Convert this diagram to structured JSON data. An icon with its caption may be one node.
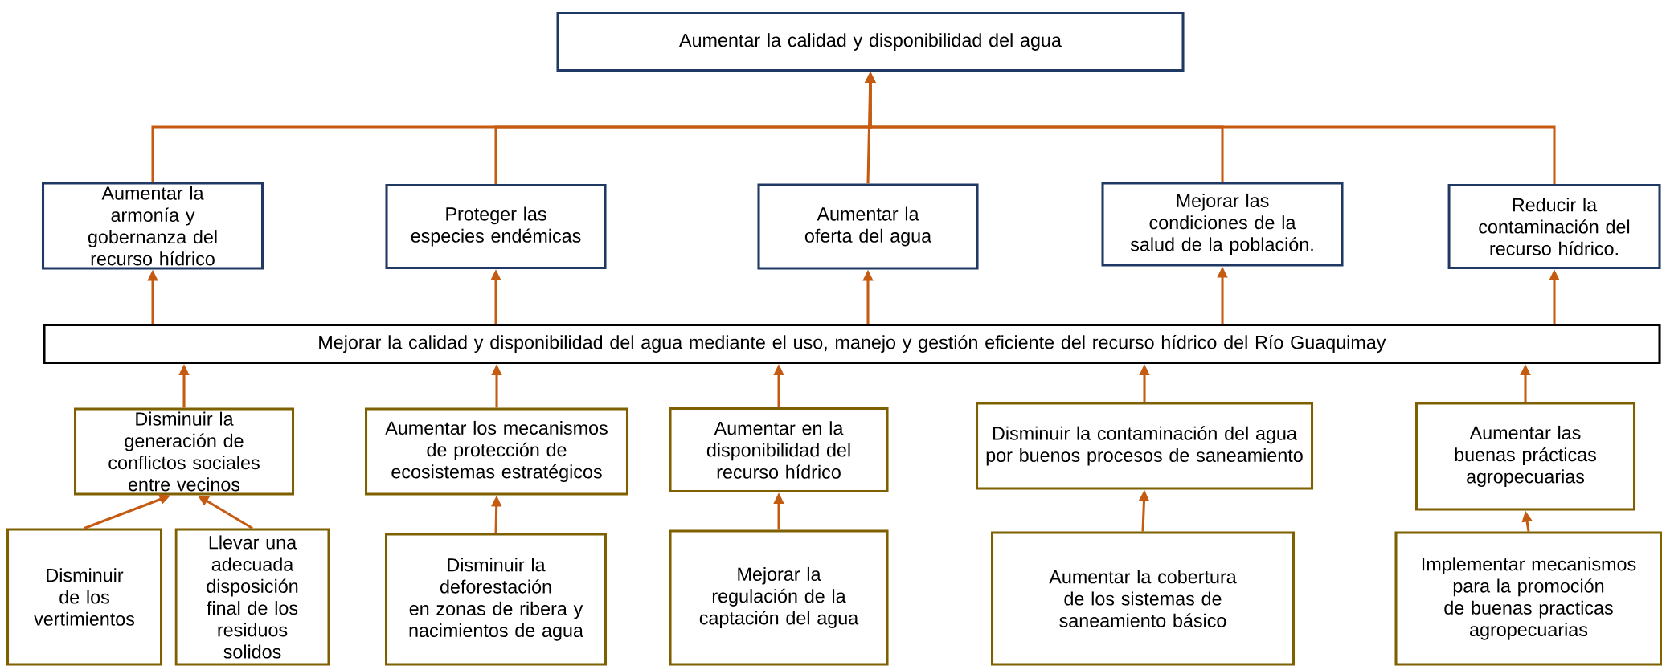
{
  "diagram": {
    "nodes": [
      {
        "text": [
          "Aumentar la calidad y disponibilidad del agua"
        ]
      },
      {
        "text": [
          "Aumentar la armonía y gobernanza del recurso hídrico"
        ]
      },
      {
        "text": [
          "Proteger las especies endémicas"
        ]
      },
      {
        "text": [
          "Aumentar la oferta del agua"
        ]
      },
      {
        "text": [
          "Mejorar las condiciones de la salud de la población."
        ]
      },
      {
        "text": [
          "Reducir la contaminación del recurso hídrico."
        ]
      },
      {
        "text": [
          "Mejorar la calidad y disponibilidad del agua mediante el uso, manejo y gestión eficiente del recurso hídrico del Río Guaquimay"
        ]
      },
      {
        "text": [
          "Disminuir la generación de conflictos sociales entre vecinos"
        ]
      },
      {
        "text": [
          "Aumentar los mecanismos de protección de ecosistemas estratégicos"
        ]
      },
      {
        "text": [
          "Aumentar en la disponibilidad del recurso hídrico"
        ]
      },
      {
        "text": [
          "Disminuir la contaminación del agua por buenos procesos de saneamiento"
        ]
      },
      {
        "text": [
          "Aumentar las buenas prácticas agropecuarias"
        ]
      },
      {
        "text": [
          "Disminuir de los vertimientos"
        ]
      },
      {
        "text": [
          "Llevar una adecuada disposición final de los residuos solidos"
        ]
      },
      {
        "text": [
          "Disminuir la deforestación en zonas de ribera y nacimientos de agua"
        ]
      },
      {
        "text": [
          "Mejorar la regulación de la captación del agua"
        ]
      },
      {
        "text": [
          "Aumentar la cobertura de los sistemas de saneamiento básico"
        ]
      },
      {
        "text": [
          "Implementar mecanismos para la promoción de buenas practicas agropecuarias"
        ]
      }
    ],
    "edges": [
      {
        "from": 1,
        "to": 0,
        "arrow": "to"
      },
      {
        "from": 2,
        "to": 0,
        "arrow": "to"
      },
      {
        "from": 3,
        "to": 0,
        "arrow": "to"
      },
      {
        "from": 4,
        "to": 0,
        "arrow": "to"
      },
      {
        "from": 5,
        "to": 0,
        "arrow": "to"
      },
      {
        "from": 6,
        "to": 1,
        "arrow": "to"
      },
      {
        "from": 6,
        "to": 2,
        "arrow": "to"
      },
      {
        "from": 6,
        "to": 3,
        "arrow": "to"
      },
      {
        "from": 6,
        "to": 4,
        "arrow": "to"
      },
      {
        "from": 6,
        "to": 5,
        "arrow": "to"
      },
      {
        "from": 7,
        "to": 6,
        "arrow": "to"
      },
      {
        "from": 8,
        "to": 6,
        "arrow": "to"
      },
      {
        "from": 9,
        "to": 6,
        "arrow": "to"
      },
      {
        "from": 10,
        "to": 6,
        "arrow": "to"
      },
      {
        "from": 11,
        "to": 6,
        "arrow": "to"
      },
      {
        "from": 12,
        "to": 7,
        "arrow": "to"
      },
      {
        "from": 13,
        "to": 7,
        "arrow": "to"
      },
      {
        "from": 14,
        "to": 8,
        "arrow": "to"
      },
      {
        "from": 15,
        "to": 9,
        "arrow": "to"
      },
      {
        "from": 16,
        "to": 10,
        "arrow": "to"
      },
      {
        "from": 17,
        "to": 11,
        "arrow": "to"
      }
    ]
  }
}
